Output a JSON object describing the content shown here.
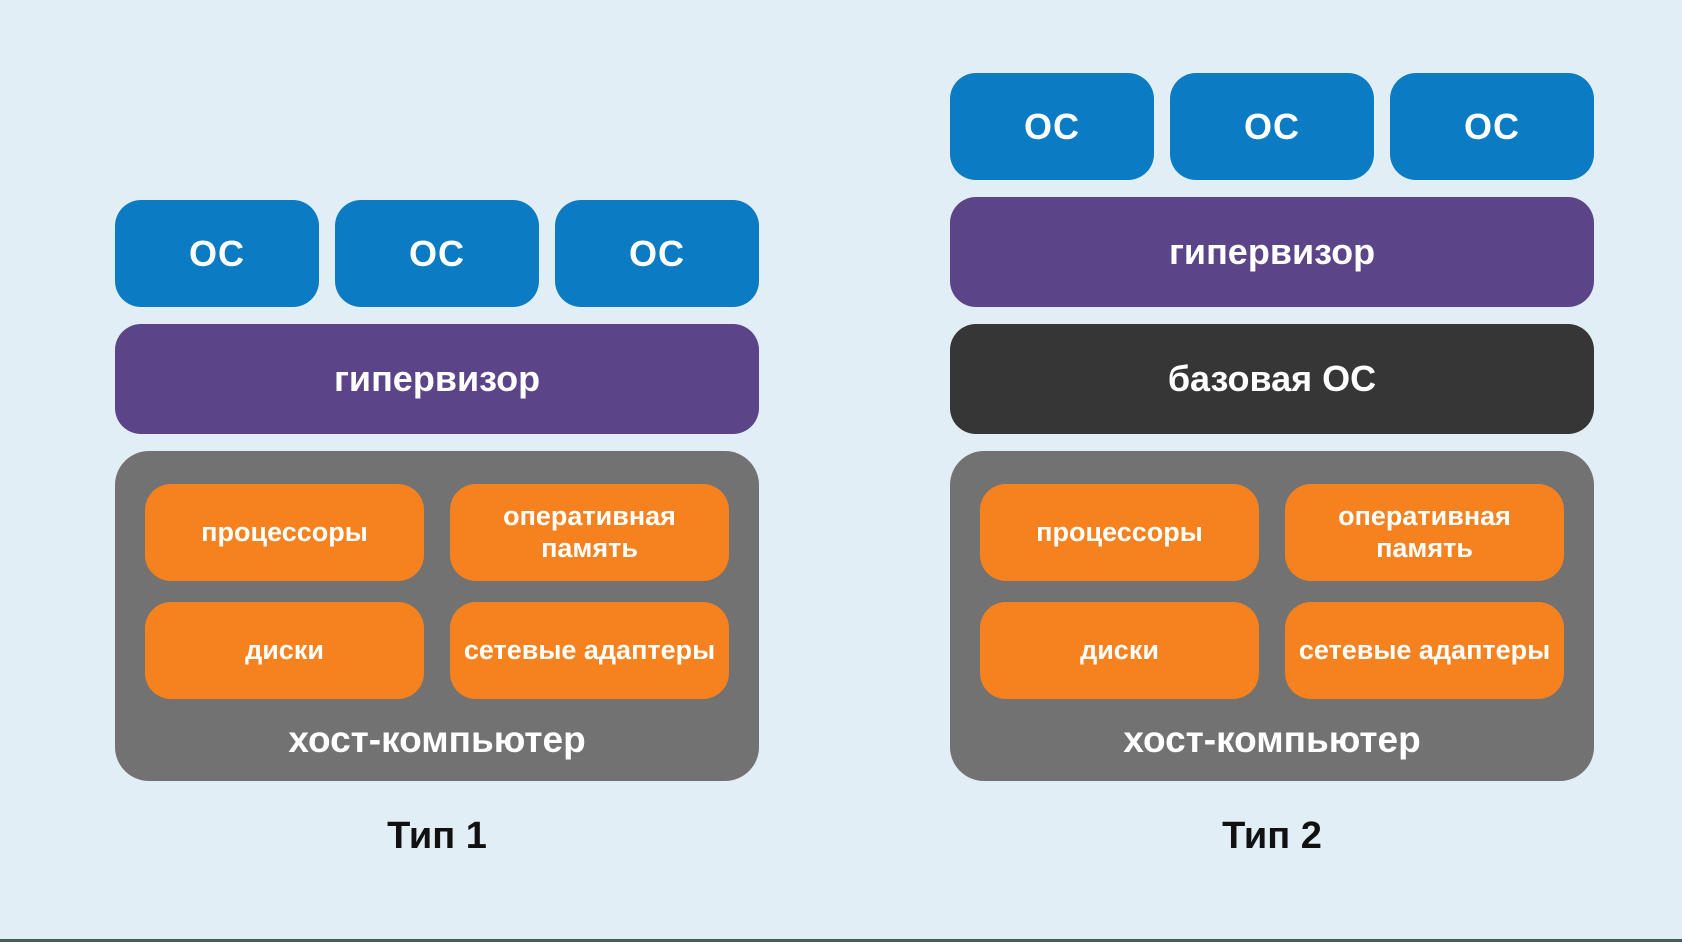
{
  "page": {
    "background_color": "#e2eef5",
    "bottom_line_color": "#45604e"
  },
  "colors": {
    "os_box": "#0b7cc3",
    "hypervisor_bar": "#5b4488",
    "base_os_bar": "#363636",
    "host_box": "#727272",
    "component_box": "#f5821f",
    "box_text": "#ffffff",
    "caption_text": "#111111"
  },
  "diagrams": [
    {
      "caption": "Тип 1",
      "os_boxes": [
        "ОС",
        "ОС",
        "ОС"
      ],
      "layers": [
        {
          "name": "hypervisor",
          "text": "гипервизор",
          "color": "#5b4488"
        }
      ],
      "host": {
        "label": "хост-компьютер",
        "components": [
          {
            "name": "processors",
            "text": "процессоры"
          },
          {
            "name": "ram",
            "text": "оперативная память"
          },
          {
            "name": "disks",
            "text": "диски"
          },
          {
            "name": "network-adapters",
            "text": "сетевые адаптеры"
          }
        ]
      }
    },
    {
      "caption": "Тип 2",
      "os_boxes": [
        "ОС",
        "ОС",
        "ОС"
      ],
      "layers": [
        {
          "name": "hypervisor",
          "text": "гипервизор",
          "color": "#5b4488"
        },
        {
          "name": "base-os",
          "text": "базовая ОС",
          "color": "#363636"
        }
      ],
      "host": {
        "label": "хост-компьютер",
        "components": [
          {
            "name": "processors",
            "text": "процессоры"
          },
          {
            "name": "ram",
            "text": "оперативная память"
          },
          {
            "name": "disks",
            "text": "диски"
          },
          {
            "name": "network-adapters",
            "text": "сетевые адаптеры"
          }
        ]
      }
    }
  ]
}
